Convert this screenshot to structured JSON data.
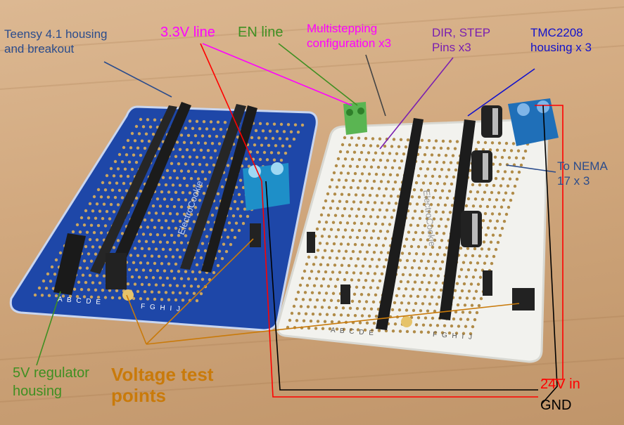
{
  "labels": {
    "teensy": [
      "Teensy 4.1 housing",
      "and breakout"
    ],
    "v33": "3.3V line",
    "en": "EN line",
    "multistep": [
      "Multistepping",
      "configuration x3"
    ],
    "dirstep": [
      "DIR, STEP",
      "Pins x3"
    ],
    "tmc": [
      "TMC2208",
      "housing x 3"
    ],
    "nema": [
      "To NEMA",
      "17 x 3"
    ],
    "reg5v": [
      "5V regulator",
      "housing"
    ],
    "vtest": [
      "Voltage test",
      "points"
    ],
    "v24": "24V in",
    "gnd": "GND"
  },
  "board_text": {
    "brand_left": "ElectroCookie",
    "brand_right": "ElectroCookie",
    "cols_left": "A B C D E",
    "cols_left_2": "F G H I J",
    "cols_right": "A B C D E",
    "cols_right_2": "F G H I J"
  },
  "colors": {
    "teensy": "#2b4c8c",
    "v33": "#ff00ff",
    "en": "#3f8f22",
    "multistep": "#ff00ff",
    "dirstep": "#7a1fb0",
    "tmc": "#1212cc",
    "nema": "#2b4c8c",
    "reg5v": "#3f8f22",
    "vtest": "#c97a0a",
    "v24": "#ff0000",
    "gnd": "#000000"
  }
}
